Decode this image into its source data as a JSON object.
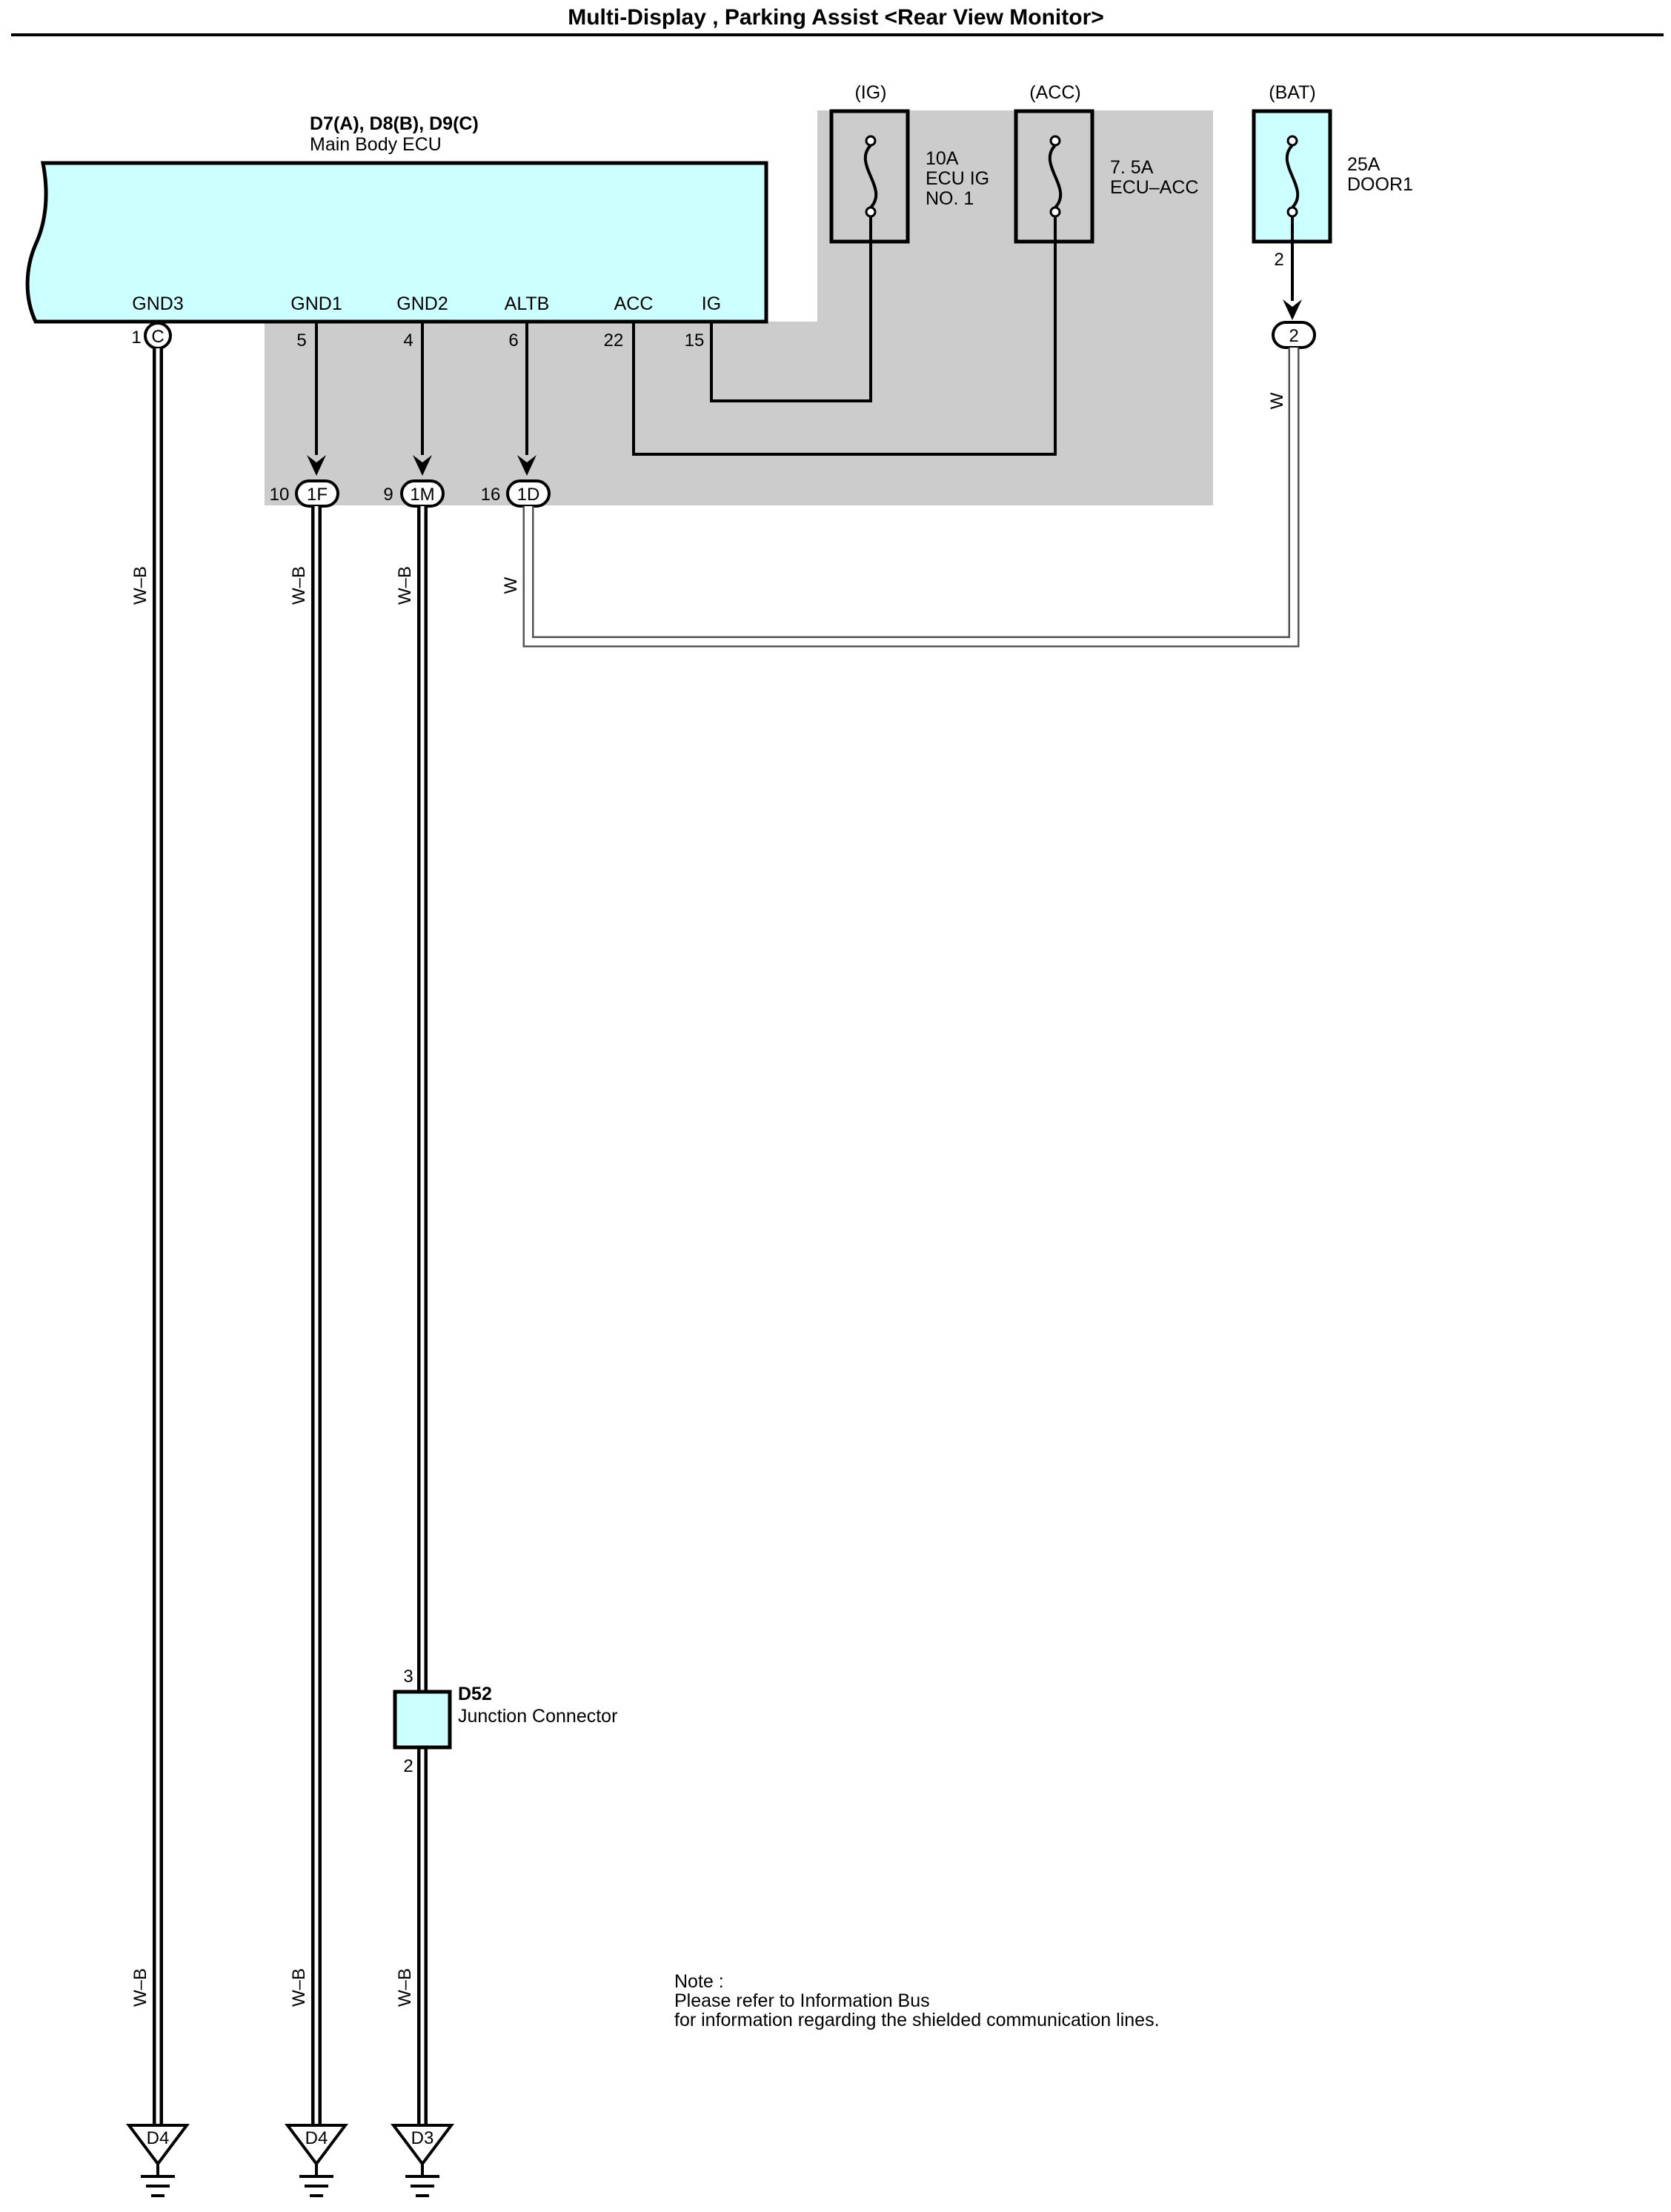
{
  "title": "Multi-Display , Parking Assist <Rear View Monitor>",
  "ecu": {
    "code": "D7(A), D8(B), D9(C)",
    "name": "Main Body ECU",
    "terminals": {
      "gnd3": "GND3",
      "gnd1": "GND1",
      "gnd2": "GND2",
      "altb": "ALTB",
      "acc": "ACC",
      "ig": "IG"
    },
    "pins": {
      "gnd3": "1",
      "gnd3_conn": "C",
      "gnd1": "5",
      "gnd2": "4",
      "altb": "6",
      "acc": "22",
      "ig": "15"
    }
  },
  "fuses": [
    {
      "source": "(IG)",
      "rating": "10A",
      "name_line1": "ECU IG",
      "name_line2": "NO. 1"
    },
    {
      "source": "(ACC)",
      "rating": "7. 5A",
      "name_line1": "ECU–ACC",
      "name_line2": ""
    },
    {
      "source": "(BAT)",
      "rating": "25A",
      "name_line1": "DOOR1",
      "name_line2": "",
      "pin": "2",
      "conn": "2"
    }
  ],
  "junction_connectors": [
    {
      "pin": "10",
      "id": "1F"
    },
    {
      "pin": "9",
      "id": "1M"
    },
    {
      "pin": "16",
      "id": "1D"
    }
  ],
  "wire_colors": {
    "w_b": "W–B",
    "w": "W"
  },
  "d52": {
    "code": "D52",
    "name": "Junction Connector",
    "pin_top": "3",
    "pin_bottom": "2"
  },
  "grounds": [
    "D4",
    "D4",
    "D3"
  ],
  "note": {
    "line1": "Note :",
    "line2": "Please refer to Information Bus",
    "line3": "for information regarding the shielded communication lines."
  },
  "colors": {
    "component_fill": "#ccffff",
    "shade": "#cccccc",
    "line": "#000000"
  }
}
